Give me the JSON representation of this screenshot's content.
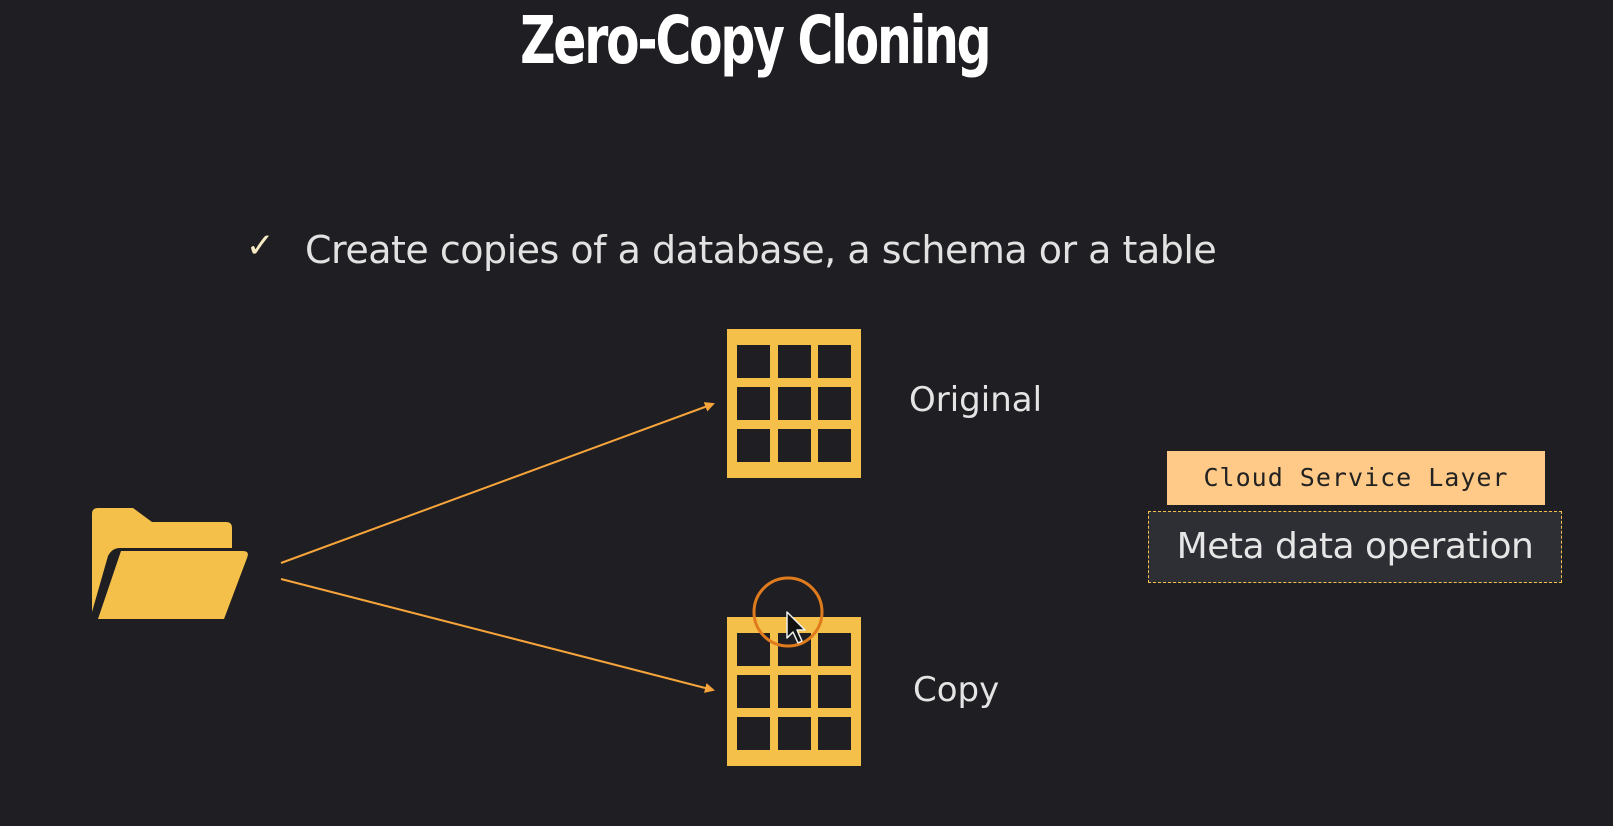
{
  "slide": {
    "title": "Zero-Copy Cloning",
    "bullet_check": "✓",
    "bullet_text": "Create copies of a database, a schema or a table"
  },
  "diagram": {
    "source_icon": "folder-icon",
    "target_icon": "table-grid-icon",
    "original_label": "Original",
    "copy_label": "Copy"
  },
  "callout": {
    "layer_label": "Cloud Service Layer",
    "operation_label": "Meta data operation"
  },
  "colors": {
    "background": "#1f1f23",
    "accent_yellow": "#f5c04a",
    "arrow_orange": "#f7a53b",
    "cursor_ring": "#e07b1d"
  }
}
